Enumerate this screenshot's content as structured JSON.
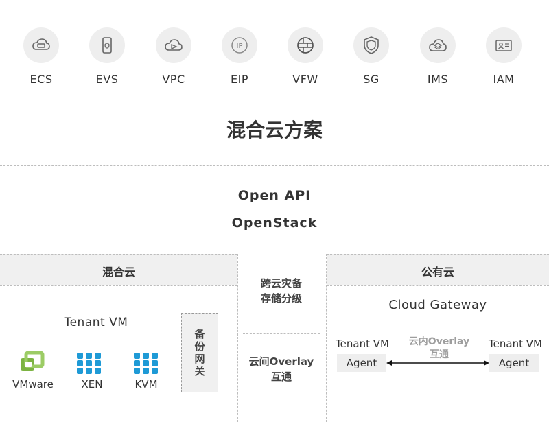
{
  "services": [
    {
      "label": "ECS",
      "icon": "server-icon"
    },
    {
      "label": "EVS",
      "icon": "disk-icon"
    },
    {
      "label": "VPC",
      "icon": "cloud-network-icon"
    },
    {
      "label": "EIP",
      "icon": "ip-icon"
    },
    {
      "label": "VFW",
      "icon": "firewall-icon"
    },
    {
      "label": "SG",
      "icon": "shield-icon"
    },
    {
      "label": "IMS",
      "icon": "image-layers-icon"
    },
    {
      "label": "IAM",
      "icon": "id-card-icon"
    }
  ],
  "title": "混合云方案",
  "api": {
    "line1": "Open API",
    "line2": "OpenStack"
  },
  "hybrid": {
    "header": "混合云",
    "tenant_vm": "Tenant VM",
    "hypervisors": [
      "VMware",
      "XEN",
      "KVM"
    ],
    "backup_gateway": [
      "备",
      "份",
      "网",
      "关"
    ]
  },
  "middle": {
    "dr_line1": "跨云灾备",
    "dr_line2": "存储分级",
    "overlay_line1": "云间Overlay",
    "overlay_line2": "互通"
  },
  "public": {
    "header": "公有云",
    "gateway": "Cloud Gateway",
    "left_vm": "Tenant VM",
    "left_agent": "Agent",
    "right_vm": "Tenant VM",
    "right_agent": "Agent",
    "inner_overlay_line1": "云内Overlay",
    "inner_overlay_line2": "互通"
  },
  "colors": {
    "icon_bg": "#eeeeee",
    "band_bg": "#f0f0f0",
    "vmware_green": "#7cb342",
    "cube_blue": "#1e9ad6"
  }
}
